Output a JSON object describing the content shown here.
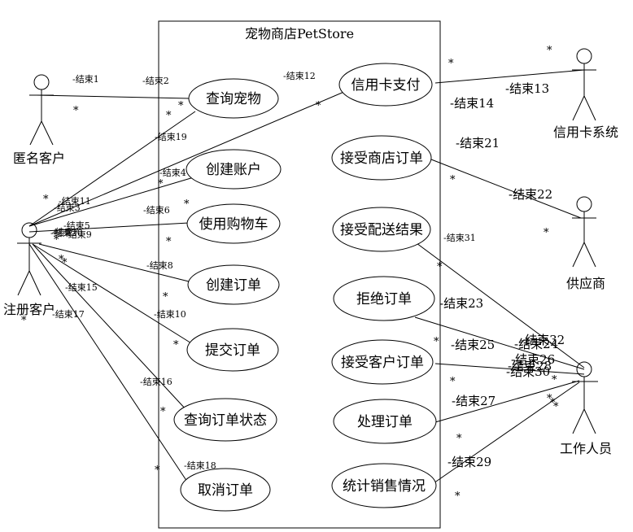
{
  "system": {
    "title": "宠物商店PetStore"
  },
  "actors": [
    {
      "id": "anon",
      "label": "匿名客户"
    },
    {
      "id": "reg",
      "label": "注册客户"
    },
    {
      "id": "card",
      "label": "信用卡系统"
    },
    {
      "id": "supplier",
      "label": "供应商"
    },
    {
      "id": "staff",
      "label": "工作人员"
    }
  ],
  "use_cases": [
    {
      "id": "query_pet",
      "label": "查询宠物"
    },
    {
      "id": "create_acct",
      "label": "创建账户"
    },
    {
      "id": "use_cart",
      "label": "使用购物车"
    },
    {
      "id": "create_order",
      "label": "创建订单"
    },
    {
      "id": "submit_order",
      "label": "提交订单"
    },
    {
      "id": "order_status",
      "label": "查询订单状态"
    },
    {
      "id": "cancel_order",
      "label": "取消订单"
    },
    {
      "id": "card_pay",
      "label": "信用卡支付"
    },
    {
      "id": "accept_store",
      "label": "接受商店订单"
    },
    {
      "id": "accept_ship",
      "label": "接受配送结果"
    },
    {
      "id": "reject",
      "label": "拒绝订单"
    },
    {
      "id": "accept_cust",
      "label": "接受客户订单"
    },
    {
      "id": "process",
      "label": "处理订单"
    },
    {
      "id": "stats",
      "label": "统计销售情况"
    }
  ],
  "associations": [
    {
      "from": "anon",
      "to": "query_pet",
      "labels": [
        "-结束1",
        "-结束2"
      ]
    },
    {
      "from": "reg",
      "to": "query_pet",
      "labels": [
        "-结束19",
        "-结束20"
      ]
    },
    {
      "from": "reg",
      "to": "card_pay",
      "labels": [
        "-结束11",
        "-结束12"
      ]
    },
    {
      "from": "reg",
      "to": "create_acct",
      "labels": [
        "-结束3",
        "-结束4"
      ]
    },
    {
      "from": "reg",
      "to": "use_cart",
      "labels": [
        "-结束5",
        "-结束6",
        "-结束9"
      ]
    },
    {
      "from": "reg",
      "to": "create_order",
      "labels": [
        "-结束7",
        "-结束8"
      ]
    },
    {
      "from": "reg",
      "to": "submit_order",
      "labels": [
        "-结束15",
        "-结束10"
      ]
    },
    {
      "from": "reg",
      "to": "order_status",
      "labels": [
        "-结束17",
        "-结束16"
      ]
    },
    {
      "from": "reg",
      "to": "cancel_order",
      "labels": [
        "-结束18"
      ]
    },
    {
      "from": "card_pay",
      "to": "card",
      "labels": [
        "-结束13",
        "-结束14"
      ]
    },
    {
      "from": "accept_store",
      "to": "supplier",
      "labels": [
        "-结束21",
        "-结束22"
      ]
    },
    {
      "from": "accept_ship",
      "to": "staff",
      "labels": [
        "-结束31",
        "-结束32"
      ]
    },
    {
      "from": "reject",
      "to": "staff",
      "labels": [
        "-结束23",
        "-结束24"
      ]
    },
    {
      "from": "accept_cust",
      "to": "staff",
      "labels": [
        "-结束25",
        "-结束26"
      ]
    },
    {
      "from": "process",
      "to": "staff",
      "labels": [
        "-结束27",
        "-结束28"
      ]
    },
    {
      "from": "stats",
      "to": "staff",
      "labels": [
        "-结束29",
        "-结束30"
      ]
    }
  ],
  "multiplicity": "*"
}
